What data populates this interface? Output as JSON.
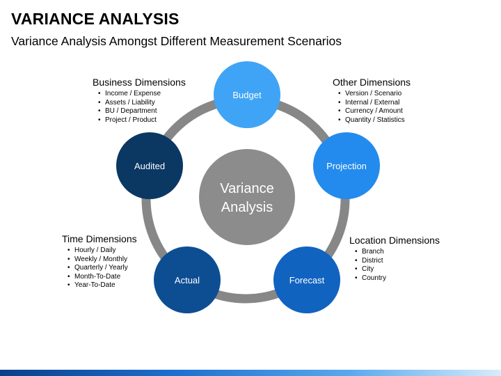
{
  "title": "VARIANCE ANALYSIS",
  "subtitle": "Variance Analysis Amongst Different Measurement Scenarios",
  "center": {
    "line1": "Variance",
    "line2": "Analysis",
    "color": "#8c8c8c"
  },
  "ring_color": "#878787",
  "nodes": [
    {
      "label": "Budget",
      "color": "#3fa4f5"
    },
    {
      "label": "Projection",
      "color": "#238bed"
    },
    {
      "label": "Forecast",
      "color": "#1163c0"
    },
    {
      "label": "Actual",
      "color": "#0d4e93"
    },
    {
      "label": "Audited",
      "color": "#0b3763"
    }
  ],
  "dimensions": {
    "business": {
      "title": "Business Dimensions",
      "items": [
        "Income / Expense",
        "Assets / Liability",
        "BU / Department",
        "Project / Product"
      ]
    },
    "other": {
      "title": "Other Dimensions",
      "items": [
        "Version / Scenario",
        "Internal / External",
        "Currency / Amount",
        "Quantity / Statistics"
      ]
    },
    "time": {
      "title": "Time Dimensions",
      "items": [
        "Hourly / Daily",
        "Weekly / Monthly",
        "Quarterly / Yearly",
        "Month-To-Date",
        "Year-To-Date"
      ]
    },
    "location": {
      "title": "Location Dimensions",
      "items": [
        "Branch",
        "District",
        "City",
        "Country"
      ]
    }
  }
}
